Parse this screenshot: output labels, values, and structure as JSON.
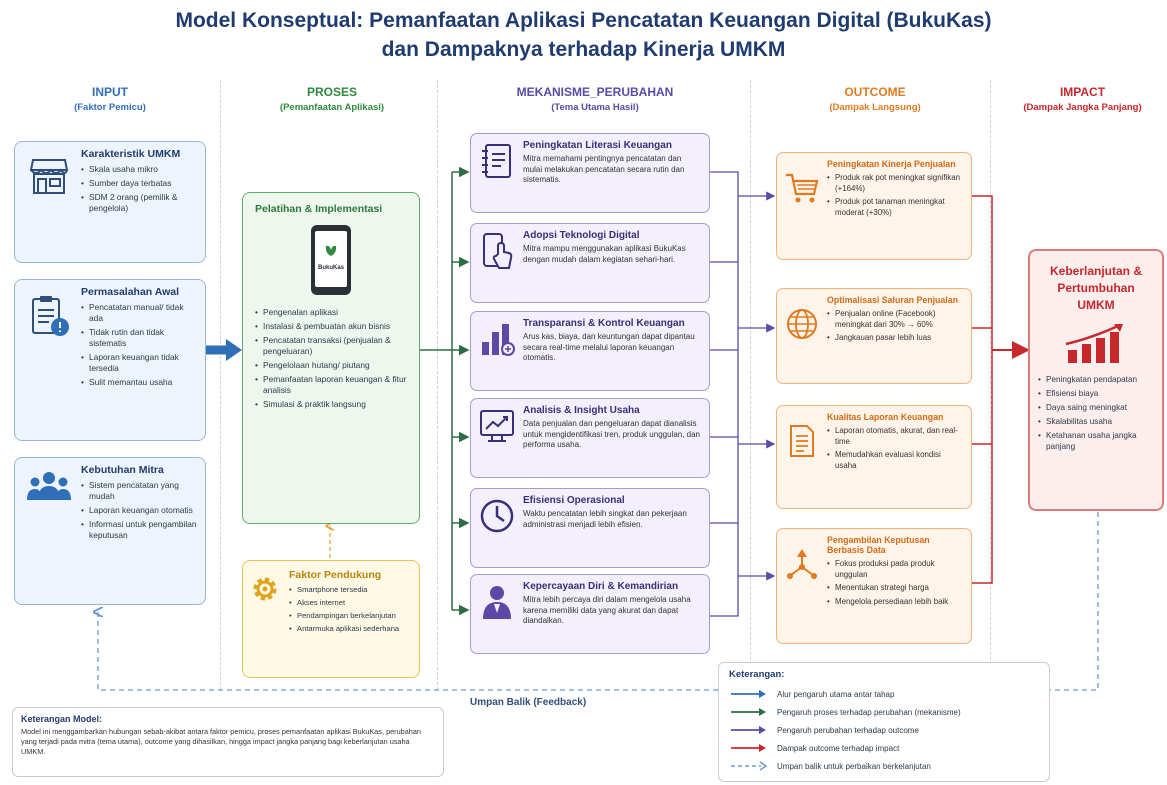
{
  "title": {
    "line1": "Model Konseptual: Pemanfaatan Aplikasi Pencatatan Keuangan Digital (BukuKas)",
    "line2": "dan Dampaknya terhadap Kinerja UMKM"
  },
  "columns": [
    {
      "title": "INPUT",
      "subtitle": "(Faktor Pemicu)",
      "color": "#2f6fb8"
    },
    {
      "title": "PROSES",
      "subtitle": "(Pemanfaatan Aplikasi)",
      "color": "#2f8a3e"
    },
    {
      "title": "MEKANISME_PERUBAHAN",
      "subtitle": "(Tema Utama Hasil)",
      "color": "#5b49a8"
    },
    {
      "title": "OUTCOME",
      "subtitle": "(Dampak Langsung)",
      "color": "#e07a1f"
    },
    {
      "title": "IMPACT",
      "subtitle": "(Dampak Jangka Panjang)",
      "color": "#c6282b"
    }
  ],
  "input": [
    {
      "title": "Karakteristik UMKM",
      "icon": "store-icon",
      "items": [
        "Skala usaha mikro",
        "Sumber daya terbatas",
        "SDM 2 orang (pemilik & pengelola)"
      ]
    },
    {
      "title": "Permasalahan Awal",
      "icon": "clipboard-alert-icon",
      "items": [
        "Pencatatan manual/ tidak ada",
        "Tidak rutin dan tidak sistematis",
        "Laporan keuangan tidak tersedia",
        "Sulit memantau usaha"
      ]
    },
    {
      "title": "Kebutuhan Mitra",
      "icon": "people-icon",
      "items": [
        "Sistem pencatatan yang mudah",
        "Laporan keuangan otomatis",
        "Informasi untuk pengambilan keputusan"
      ]
    }
  ],
  "proses": {
    "title": "Pelatihan & Implementasi",
    "phone_label": "BukuKas",
    "items": [
      "Pengenalan aplikasi",
      "Instalasi & pembuatan akun bisnis",
      "Pencatatan transaksi (penjualan & pengeluaran)",
      "Pengelolaan hutang/ piutang",
      "Pemanfaatan laporan keuangan & fitur analisis",
      "Simulasi & praktik langsung"
    ]
  },
  "pendukung": {
    "title": "Faktor Pendukung",
    "items": [
      "Smartphone tersedia",
      "Akses internet",
      "Pendampingan berkelanjutan",
      "Antarmuka aplikasi sederhana"
    ]
  },
  "mekanisme": [
    {
      "title": "Peningkatan Literasi Keuangan",
      "icon": "notebook-icon",
      "text": "Mitra memahami pentingnya pencatatan dan mulai melakukan pencatatan secara rutin dan sistematis."
    },
    {
      "title": "Adopsi Teknologi Digital",
      "icon": "phone-tap-icon",
      "text": "Mitra mampu menggunakan aplikasi BukuKas dengan mudah dalam kegiatan sehari-hari."
    },
    {
      "title": "Transparansi & Kontrol Keuangan",
      "icon": "bar-chart-icon",
      "text": "Arus kas, biaya, dan keuntungan dapat dipantau secara real-time melalui laporan keuangan otomatis."
    },
    {
      "title": "Analisis & Insight Usaha",
      "icon": "monitor-chart-icon",
      "text": "Data penjualan dan pengeluaran dapat dianalisis untuk mengidentifikasi tren, produk unggulan, dan performa usaha."
    },
    {
      "title": "Efisiensi Operasional",
      "icon": "clock-icon",
      "text": "Waktu pencatatan lebih singkat dan pekerjaan administrasi menjadi lebih efisien."
    },
    {
      "title": "Kepercayaan Diri & Kemandirian",
      "icon": "person-icon",
      "text": "Mitra lebih percaya diri dalam mengelola usaha karena memiliki data yang akurat dan dapat diandalkan."
    }
  ],
  "outcome": [
    {
      "title": "Peningkatan Kinerja Penjualan",
      "icon": "cart-icon",
      "items": [
        "Produk rak pot meningkat signifikan (+164%)",
        "Produk pot tanaman meningkat moderat (+30%)"
      ]
    },
    {
      "title": "Optimalisasi Saluran Penjualan",
      "icon": "globe-icon",
      "items": [
        "Penjualan online (Facebook) meningkat dari 30% → 60%",
        "Jangkauan pasar lebih luas"
      ]
    },
    {
      "title": "Kualitas Laporan Keuangan",
      "icon": "document-icon",
      "items": [
        "Laporan otomatis, akurat, dan real-time",
        "Memudahkan evaluasi kondisi usaha"
      ]
    },
    {
      "title": "Pengambilan Keputusan Berbasis Data",
      "icon": "decision-icon",
      "items": [
        "Fokus produksi pada produk unggulan",
        "Menentukan strategi harga",
        "Mengelola persediaan lebih baik"
      ]
    }
  ],
  "impact": {
    "title": "Keberlanjutan & Pertumbuhan UMKM",
    "icon": "growth-chart-icon",
    "items": [
      "Peningkatan pendapatan",
      "Efisiensi biaya",
      "Daya saing meningkat",
      "Skalabilitas usaha",
      "Ketahanan usaha jangka panjang"
    ]
  },
  "feedback_label": "Umpan Balik (Feedback)",
  "model_note": {
    "title": "Keterangan Model:",
    "text": "Model ini menggambarkan hubungan sebab-akibat antara faktor pemicu, proses pemanfaatan aplikasi BukuKas, perubahan yang terjadi pada mitra (tema utama), outcome yang dihasilkan, hingga impact jangka panjang bagi keberlanjutan usaha UMKM."
  },
  "legend": {
    "title": "Keterangan:",
    "items": [
      {
        "label": "Alur pengaruh utama antar tahap",
        "color": "#2f6fb8",
        "style": "solid"
      },
      {
        "label": "Pengaruh proses terhadap perubahan (mekanisme)",
        "color": "#2f6b45",
        "style": "solid"
      },
      {
        "label": "Pengaruh perubahan terhadap outcome",
        "color": "#5b49a8",
        "style": "solid"
      },
      {
        "label": "Dampak outcome terhadap impact",
        "color": "#c6282b",
        "style": "solid"
      },
      {
        "label": "Umpan balik untuk perbaikan berkelanjutan",
        "color": "#6b9bd1",
        "style": "dashed"
      }
    ]
  },
  "colors": {
    "input": "#2f6fb8",
    "proses": "#2f8a3e",
    "mekanisme": "#5b49a8",
    "outcome": "#e07a1f",
    "impact": "#c6282b"
  }
}
